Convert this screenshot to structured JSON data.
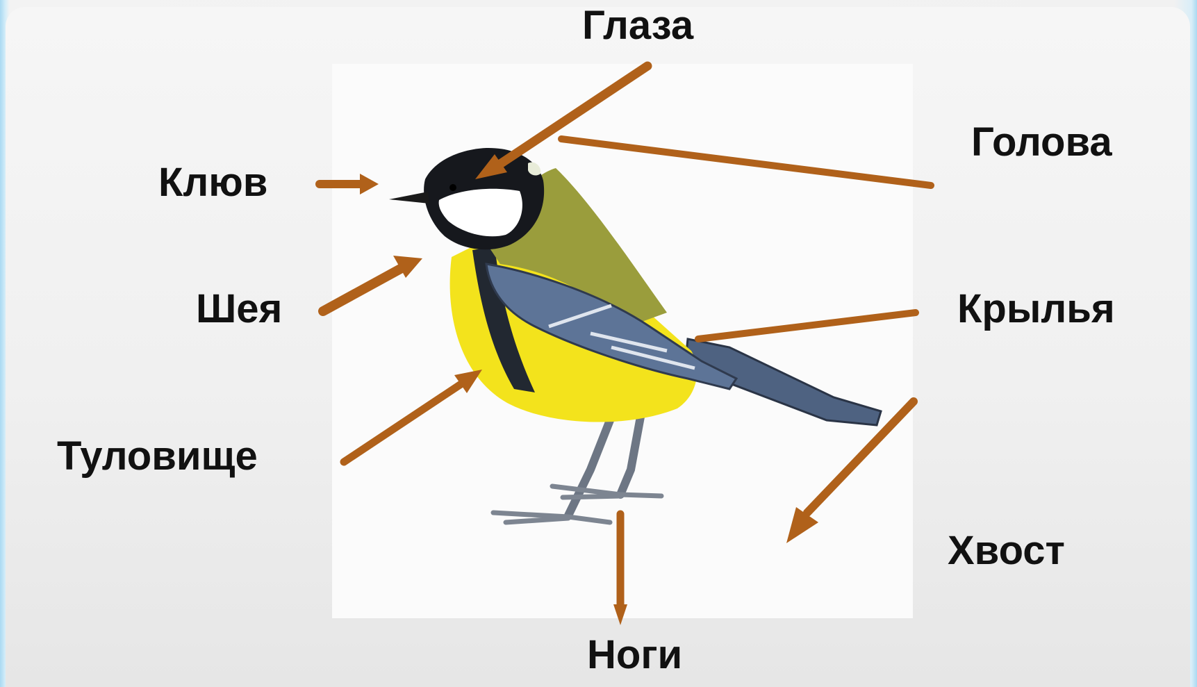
{
  "labels": {
    "eyes": "Глаза",
    "head": "Голова",
    "beak": "Клюв",
    "neck": "Шея",
    "wings": "Крылья",
    "body": "Туловище",
    "tail": "Хвост",
    "legs": "Ноги"
  },
  "colors": {
    "arrow": "#b0611a",
    "text": "#111111",
    "bird_yellow": "#f3e31c",
    "bird_olive": "#9a9d3c",
    "bird_black": "#16181d",
    "bird_blue": "#5d7497",
    "background": "#f1f1f1",
    "frame": "#a9d9f2"
  }
}
